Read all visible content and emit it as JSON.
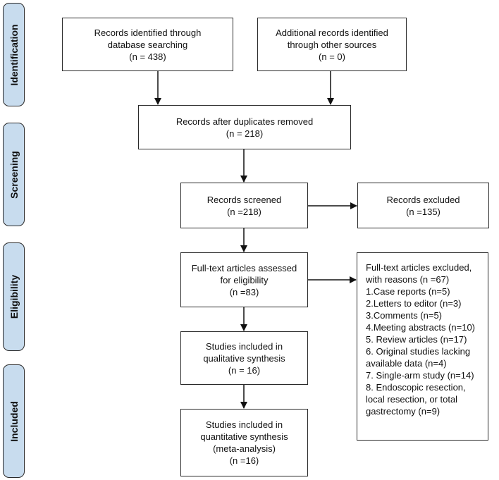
{
  "phases": [
    {
      "id": "identification",
      "label": "Identification"
    },
    {
      "id": "screening",
      "label": "Screening"
    },
    {
      "id": "eligibility",
      "label": "Eligibility"
    },
    {
      "id": "included",
      "label": "Included"
    }
  ],
  "boxes": {
    "db_search": [
      "Records identified through",
      "database searching",
      "(n = 438)"
    ],
    "other_sources": [
      "Additional records identified",
      "through other sources",
      "(n = 0)"
    ],
    "duplicates_removed": [
      "Records after duplicates removed",
      "(n = 218)"
    ],
    "screened": [
      "Records screened",
      "(n =218)"
    ],
    "excluded": [
      "Records excluded",
      "(n =135)"
    ],
    "fulltext_assessed": [
      "Full-text articles assessed",
      "for eligibility",
      "(n =83)"
    ],
    "fulltext_excluded": [
      "Full-text articles excluded,",
      "with reasons (n =67)",
      "1.Case reports (n=5)",
      "2.Letters to editor (n=3)",
      "3.Comments (n=5)",
      "4.Meeting abstracts (n=10)",
      "5. Review articles (n=17)",
      "6. Original studies lacking",
      "available data (n=4)",
      "7. Single-arm study (n=14)",
      "8. Endoscopic resection,",
      "local resection, or total",
      "gastrectomy (n=9)"
    ],
    "qualitative": [
      "Studies included in",
      "qualitative synthesis",
      "(n = 16)"
    ],
    "quantitative": [
      "Studies included in",
      "quantitative synthesis",
      "(meta-analysis)",
      "(n =16)"
    ]
  }
}
